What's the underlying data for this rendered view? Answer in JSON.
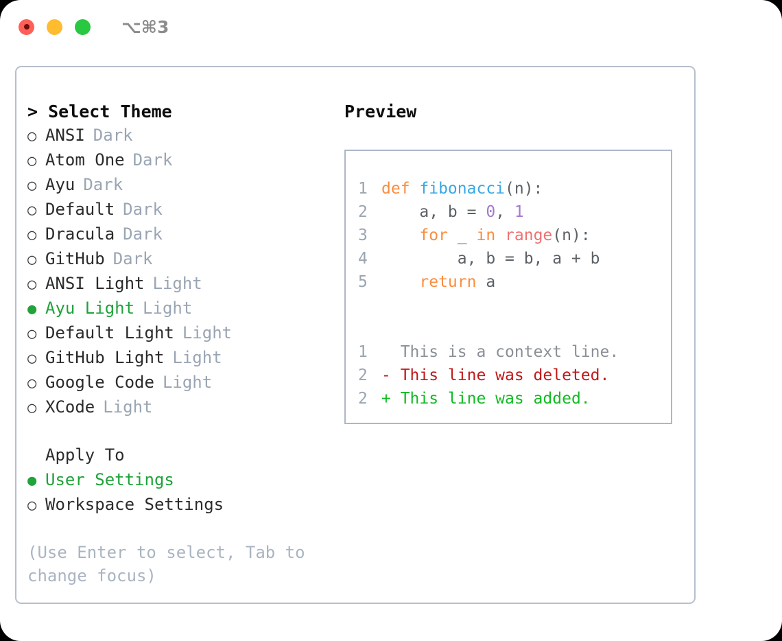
{
  "titlebar": {
    "shortcut": "⌥⌘3",
    "lights": [
      {
        "name": "close",
        "color": "#ff5f57"
      },
      {
        "name": "minimize",
        "color": "#febc2e"
      },
      {
        "name": "maximize",
        "color": "#28c840"
      }
    ]
  },
  "theme_picker": {
    "heading": "> Select Theme",
    "items": [
      {
        "marker": "○",
        "label": "ANSI",
        "tag": "Dark",
        "selected": false
      },
      {
        "marker": "○",
        "label": "Atom One",
        "tag": "Dark",
        "selected": false
      },
      {
        "marker": "○",
        "label": "Ayu",
        "tag": "Dark",
        "selected": false
      },
      {
        "marker": "○",
        "label": "Default",
        "tag": "Dark",
        "selected": false
      },
      {
        "marker": "○",
        "label": "Dracula",
        "tag": "Dark",
        "selected": false
      },
      {
        "marker": "○",
        "label": "GitHub",
        "tag": "Dark",
        "selected": false
      },
      {
        "marker": "○",
        "label": "ANSI Light",
        "tag": "Light",
        "selected": false
      },
      {
        "marker": "●",
        "label": "Ayu Light",
        "tag": "Light",
        "selected": true
      },
      {
        "marker": "○",
        "label": "Default Light",
        "tag": "Light",
        "selected": false
      },
      {
        "marker": "○",
        "label": "GitHub Light",
        "tag": "Light",
        "selected": false
      },
      {
        "marker": "○",
        "label": "Google Code",
        "tag": "Light",
        "selected": false
      },
      {
        "marker": "○",
        "label": "XCode",
        "tag": "Light",
        "selected": false
      }
    ]
  },
  "apply_to": {
    "heading": "Apply To",
    "items": [
      {
        "marker": "●",
        "label": "User Settings",
        "selected": true
      },
      {
        "marker": "○",
        "label": "Workspace Settings",
        "selected": false
      }
    ]
  },
  "hint": "(Use Enter to select, Tab to change focus)",
  "preview": {
    "title": "Preview",
    "code_lines": [
      {
        "no": "1",
        "segments": [
          {
            "text": "def ",
            "cls": "tok-kw"
          },
          {
            "text": "fibonacci",
            "cls": "tok-fn"
          },
          {
            "text": "(n):",
            "cls": "tok-pl"
          }
        ]
      },
      {
        "no": "2",
        "segments": [
          {
            "text": "    a, b = ",
            "cls": "tok-pl"
          },
          {
            "text": "0",
            "cls": "tok-num"
          },
          {
            "text": ", ",
            "cls": "tok-pl"
          },
          {
            "text": "1",
            "cls": "tok-num"
          }
        ]
      },
      {
        "no": "3",
        "segments": [
          {
            "text": "    ",
            "cls": "tok-pl"
          },
          {
            "text": "for",
            "cls": "tok-kw"
          },
          {
            "text": " _ ",
            "cls": "tok-pl"
          },
          {
            "text": "in",
            "cls": "tok-kw"
          },
          {
            "text": " ",
            "cls": "tok-pl"
          },
          {
            "text": "range",
            "cls": "tok-call"
          },
          {
            "text": "(n):",
            "cls": "tok-pl"
          }
        ]
      },
      {
        "no": "4",
        "segments": [
          {
            "text": "        a, b = b, a + b",
            "cls": "tok-pl"
          }
        ]
      },
      {
        "no": "5",
        "segments": [
          {
            "text": "    ",
            "cls": "tok-pl"
          },
          {
            "text": "return",
            "cls": "tok-kw"
          },
          {
            "text": " a",
            "cls": "tok-pl"
          }
        ]
      }
    ],
    "diff_lines": [
      {
        "no": "1",
        "text": "  This is a context line.",
        "cls": "diff-ctx"
      },
      {
        "no": "2",
        "text": "- This line was deleted.",
        "cls": "diff-del"
      },
      {
        "no": "2",
        "text": "+ This line was added.",
        "cls": "diff-add"
      }
    ]
  }
}
